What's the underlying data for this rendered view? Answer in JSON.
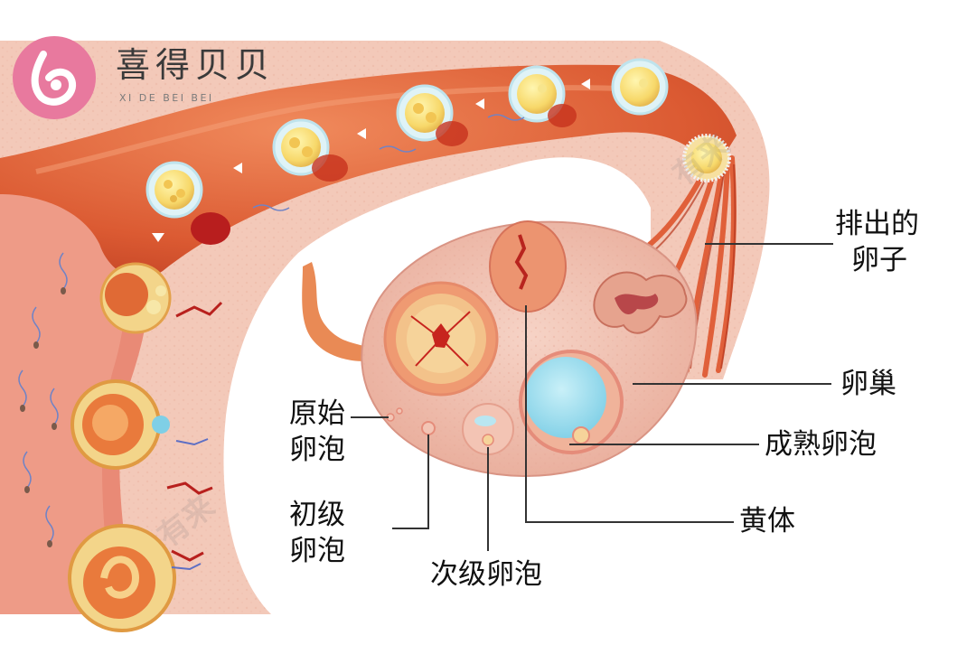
{
  "brand": {
    "name": "喜得贝贝",
    "pinyin": "XI DE BEI BEI"
  },
  "labels": {
    "released_egg_line1": "排出的",
    "released_egg_line2": "卵子",
    "ovary": "卵巢",
    "mature_follicle": "成熟卵泡",
    "corpus_luteum": "黄体",
    "primordial_follicle_line1": "原始",
    "primordial_follicle_line2": "卵泡",
    "primary_follicle_line1": "初级",
    "primary_follicle_line2": "卵泡",
    "secondary_follicle": "次级卵泡"
  },
  "watermark": {
    "text": "有来"
  },
  "colors": {
    "tube": "#d9532e",
    "tissue": "#f3c9b9",
    "ovary": "#f0c3b4",
    "leader_line": "#333333",
    "brand_pink": "#e8799e"
  }
}
